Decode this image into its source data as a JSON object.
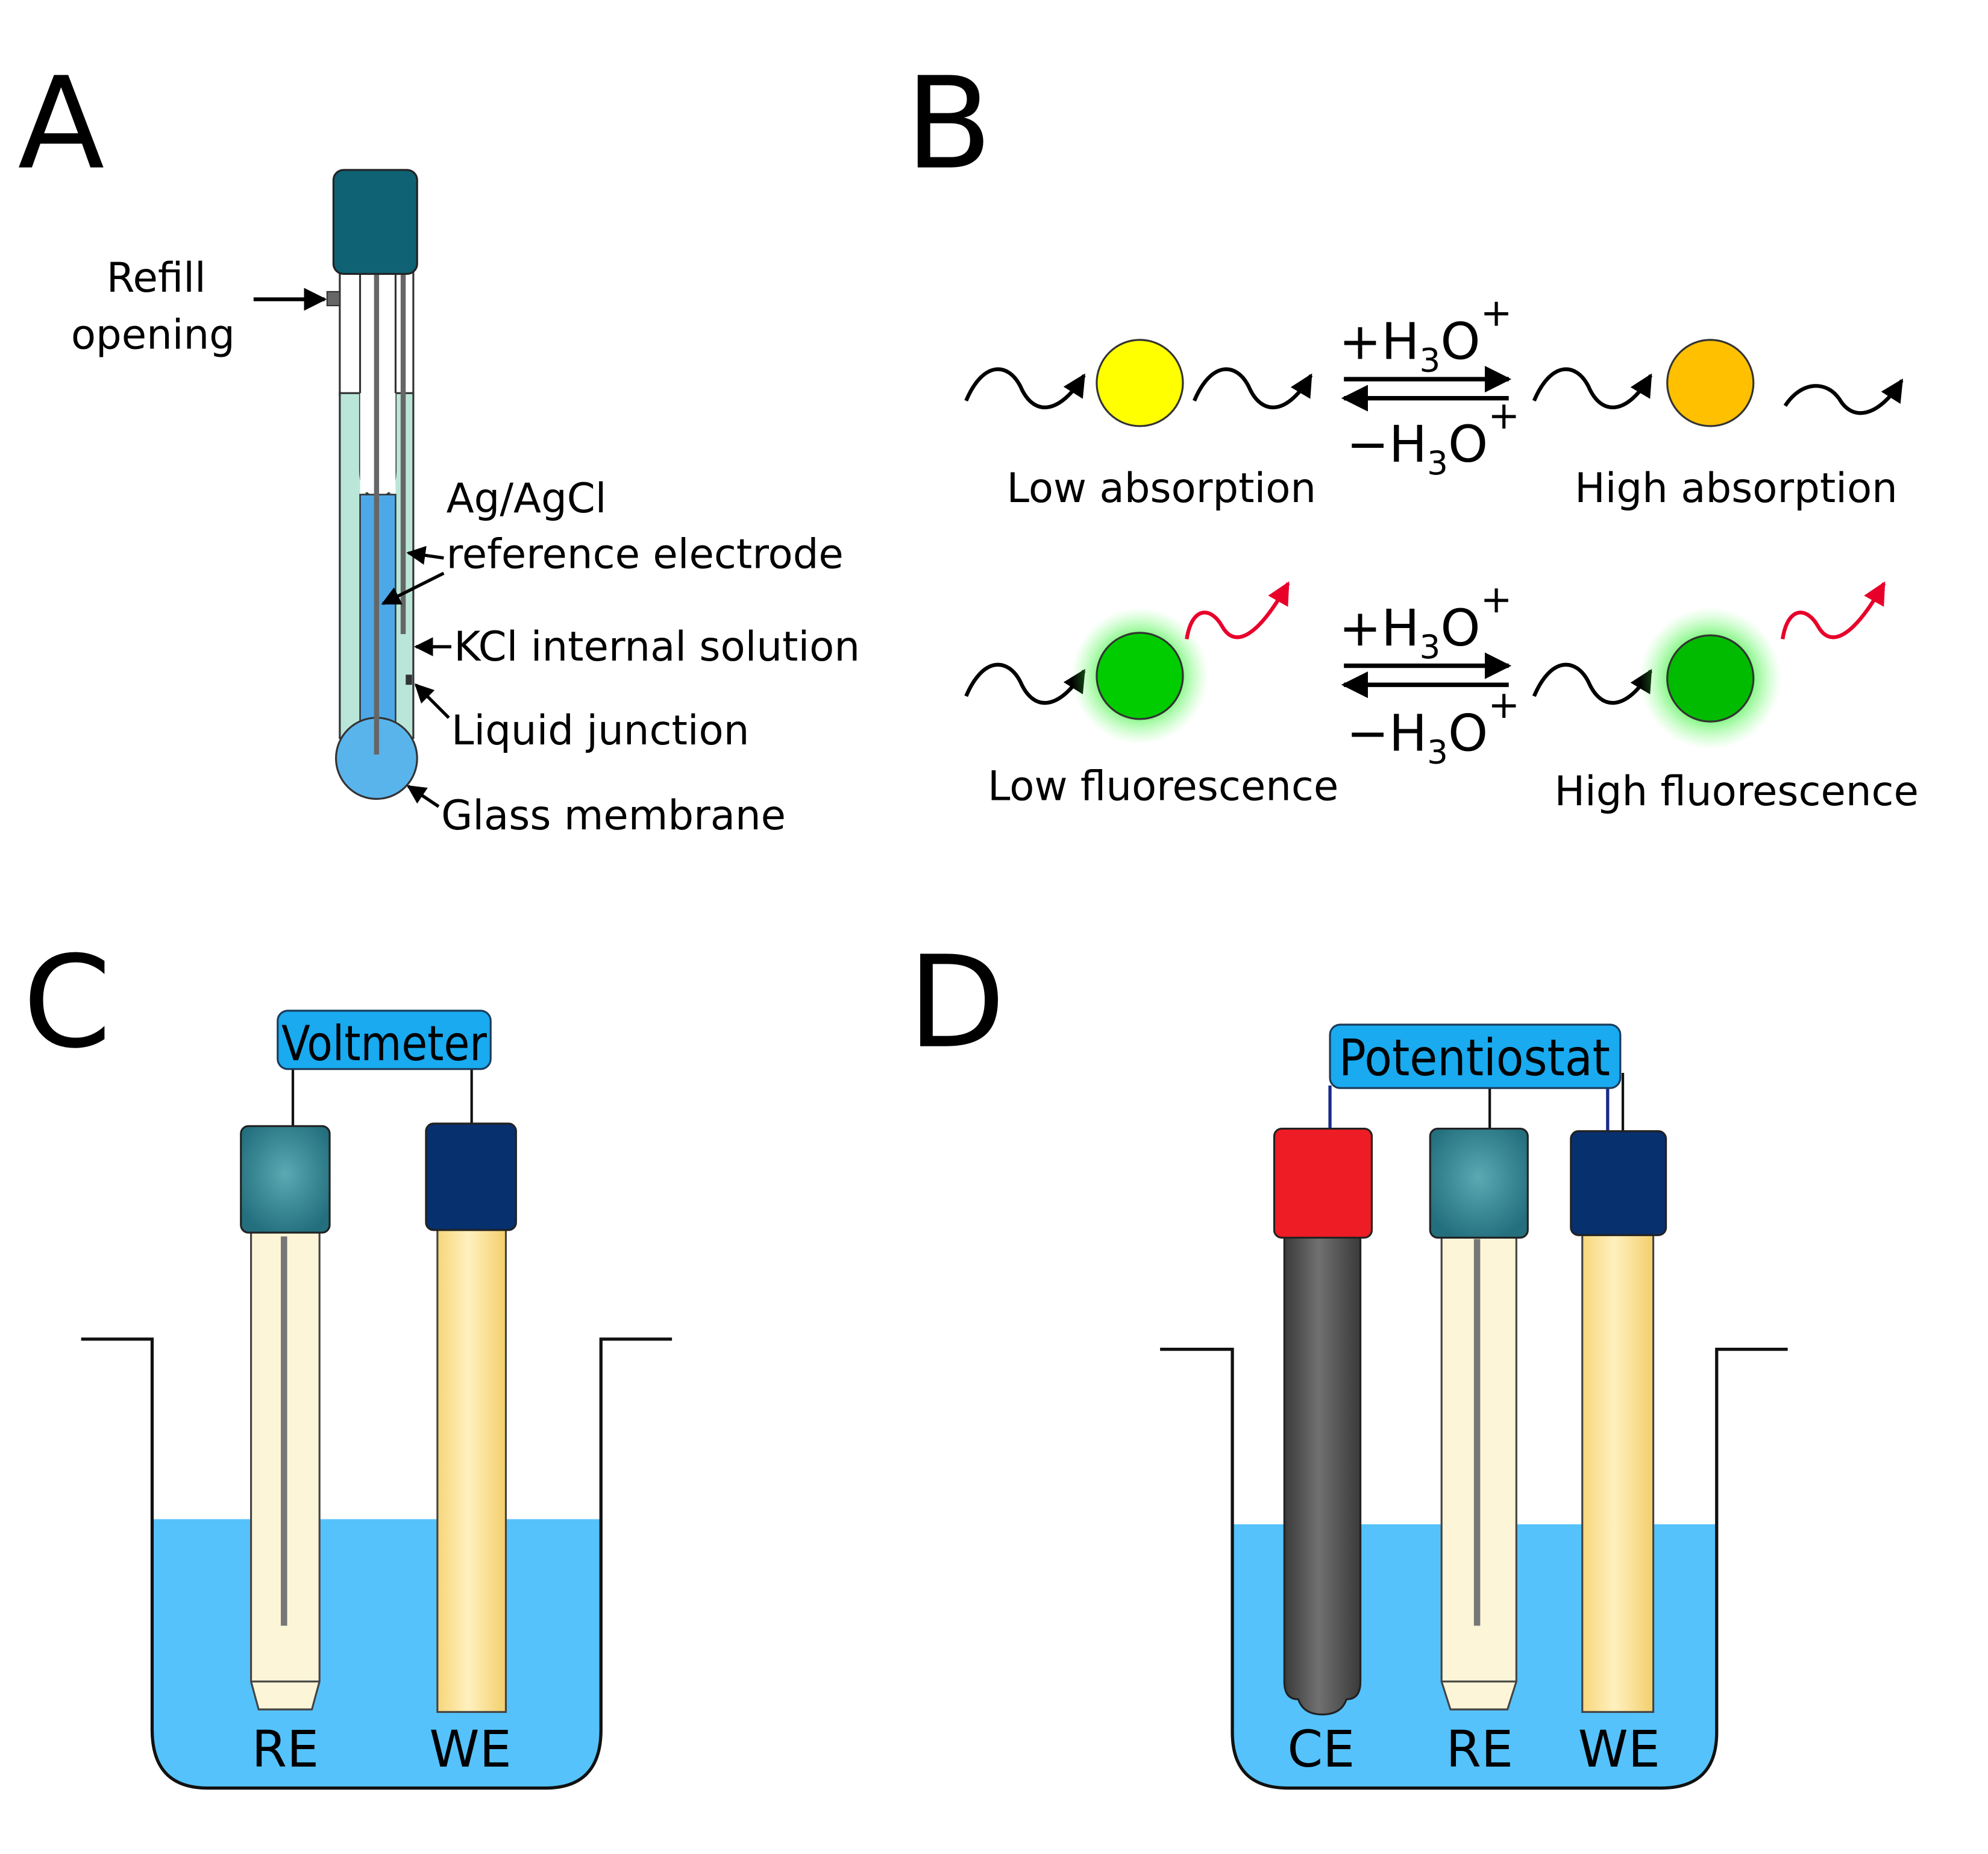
{
  "panels": {
    "a": "A",
    "b": "B",
    "c": "C",
    "d": "D"
  },
  "panel_a": {
    "refill_line1": "Refill",
    "refill_line2": "opening",
    "ag_line1": "Ag/AgCl",
    "ag_line2": "reference electrode",
    "kcl": "KCl internal solution",
    "junction": "Liquid junction",
    "membrane": "Glass membrane"
  },
  "panel_b": {
    "eq_plus": "+H",
    "eq_minus": "−H",
    "sub3": "3",
    "o": "O",
    "charge": "+",
    "low_abs": "Low absorption",
    "high_abs": "High absorption",
    "low_fl": "Low fluorescence",
    "high_fl": "High fluorescence"
  },
  "panel_c": {
    "meter": "Voltmeter",
    "re": "RE",
    "we": "WE"
  },
  "panel_d": {
    "meter": "Potentiostat",
    "ce": "CE",
    "re": "RE",
    "we": "WE"
  },
  "colors": {
    "electrode_cap": "#0e6274",
    "glass": "#b9e6d8",
    "buffer_blue": "#4da8e8",
    "membrane": "#5ab4ec",
    "solution": "#55c2fb",
    "meter_box": "#19aaf0",
    "low_abs_dye": "#ffff00",
    "high_abs_dye": "#ffc000",
    "fl_dye": "#00cc00",
    "emission": "#e8002a",
    "ce_cap": "#ee1c24",
    "we_cap": "#07306e",
    "re_cap": "#2a7f90",
    "ce_body": "#4b4b4b",
    "re_body": "#fdf5d8",
    "we_body": "#fde7a2"
  },
  "icons": [
    "photon-wave-arrow-icon",
    "equilibrium-arrows-icon",
    "emission-wave-icon"
  ]
}
